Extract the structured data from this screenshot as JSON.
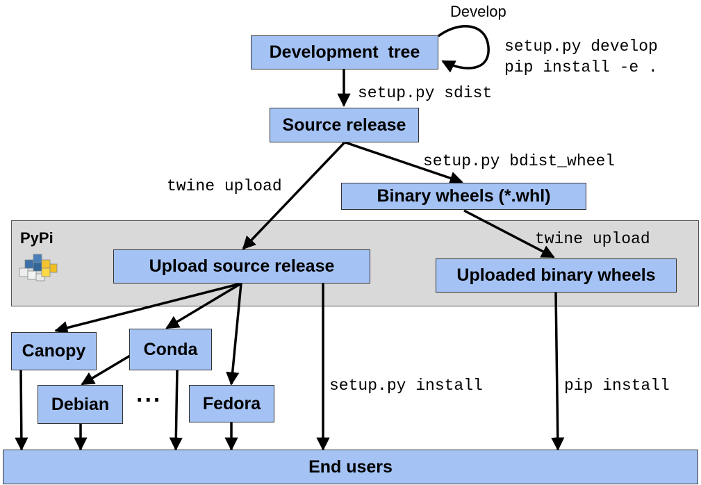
{
  "diagram": {
    "nodes": {
      "development_tree": "Development  tree",
      "source_release": "Source release",
      "binary_wheels": "Binary wheels (*.whl)",
      "upload_source_release": "Upload source release",
      "uploaded_binary_wheels": "Uploaded binary wheels",
      "canopy": "Canopy",
      "conda": "Conda",
      "debian": "Debian",
      "fedora": "Fedora",
      "end_users": "End users",
      "ellipsis": "..."
    },
    "group": {
      "pypi_label": "PyPi",
      "logo_icon": "python-packages-icon"
    },
    "edge_labels": {
      "develop": "Develop",
      "develop_commands": "setup.py develop\npip install -e .",
      "sdist": "setup.py sdist",
      "bdist_wheel": "setup.py bdist_wheel",
      "twine_upload_source": "twine upload",
      "twine_upload_wheels": "twine upload",
      "setup_install": "setup.py install",
      "pip_install": "pip install"
    },
    "colors": {
      "box_fill": "#a4c2f4",
      "group_fill": "#d9d9d9",
      "arrow": "#000000"
    }
  }
}
